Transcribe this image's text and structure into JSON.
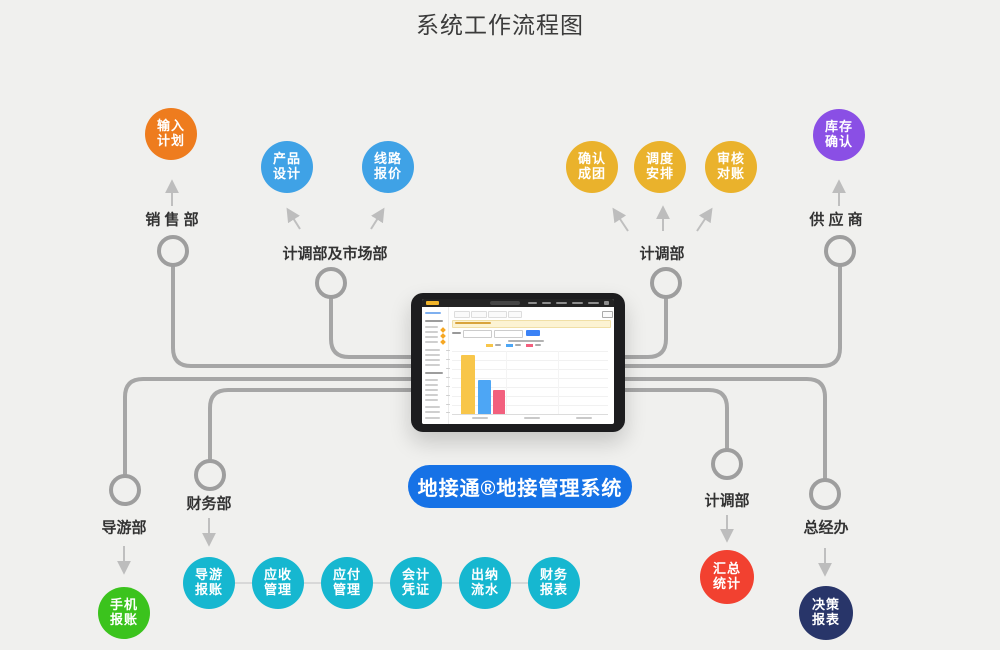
{
  "page": {
    "title": "系统工作流程图",
    "background": "#f0f0ee"
  },
  "badge": {
    "label": "地接通®地接管理系统",
    "color": "#1672e6"
  },
  "connectors": {
    "line_color": "#a6a6a6",
    "junction_stroke": "#9e9e9e",
    "arrow_color": "#bdbdbd",
    "chain_line_color": "#d8d8d8"
  },
  "flow": {
    "top": [
      {
        "department": "销 售 部",
        "bubbles": [
          {
            "text": "输入\n计划",
            "color": "#ee7c1e"
          }
        ]
      },
      {
        "department": "计调部及市场部",
        "bubbles": [
          {
            "text": "产品\n设计",
            "color": "#3fa2e6"
          },
          {
            "text": "线路\n报价",
            "color": "#3fa2e6"
          }
        ]
      },
      {
        "department": "计调部",
        "bubbles": [
          {
            "text": "确认\n成团",
            "color": "#eab22c"
          },
          {
            "text": "调度\n安排",
            "color": "#eab22c"
          },
          {
            "text": "审核\n对账",
            "color": "#eab22c"
          }
        ]
      },
      {
        "department": "供 应 商",
        "bubbles": [
          {
            "text": "库存\n确认",
            "color": "#8a4fe5"
          }
        ]
      }
    ],
    "bottom": [
      {
        "department": "导游部",
        "bubbles": [
          {
            "text": "手机\n报账",
            "color": "#3bc31d"
          }
        ]
      },
      {
        "department": "财务部",
        "bubbles": [
          {
            "text": "导游\n报账",
            "color": "#16b7d0"
          },
          {
            "text": "应收\n管理",
            "color": "#16b7d0"
          },
          {
            "text": "应付\n管理",
            "color": "#16b7d0"
          },
          {
            "text": "会计\n凭证",
            "color": "#16b7d0"
          },
          {
            "text": "出纳\n流水",
            "color": "#16b7d0"
          },
          {
            "text": "财务\n报表",
            "color": "#16b7d0"
          }
        ]
      },
      {
        "department": "计调部",
        "bubbles": [
          {
            "text": "汇总\n统计",
            "color": "#f24130"
          }
        ]
      },
      {
        "department": "总经办",
        "bubbles": [
          {
            "text": "决策\n报表",
            "color": "#283569"
          }
        ]
      }
    ]
  },
  "chart_data": {
    "type": "bar",
    "categories": [
      "",
      "",
      ""
    ],
    "series": [
      {
        "name": "",
        "color": "#f8c64a",
        "values": [
          93,
          0,
          0
        ]
      },
      {
        "name": "",
        "color": "#4da6f5",
        "values": [
          54,
          0,
          0
        ]
      },
      {
        "name": "",
        "color": "#f2607e",
        "values": [
          38,
          0,
          0
        ]
      }
    ],
    "ylim": [
      0,
      100
    ],
    "legend_position": "top",
    "grid": true,
    "title": "",
    "xlabel": "",
    "ylabel": ""
  }
}
